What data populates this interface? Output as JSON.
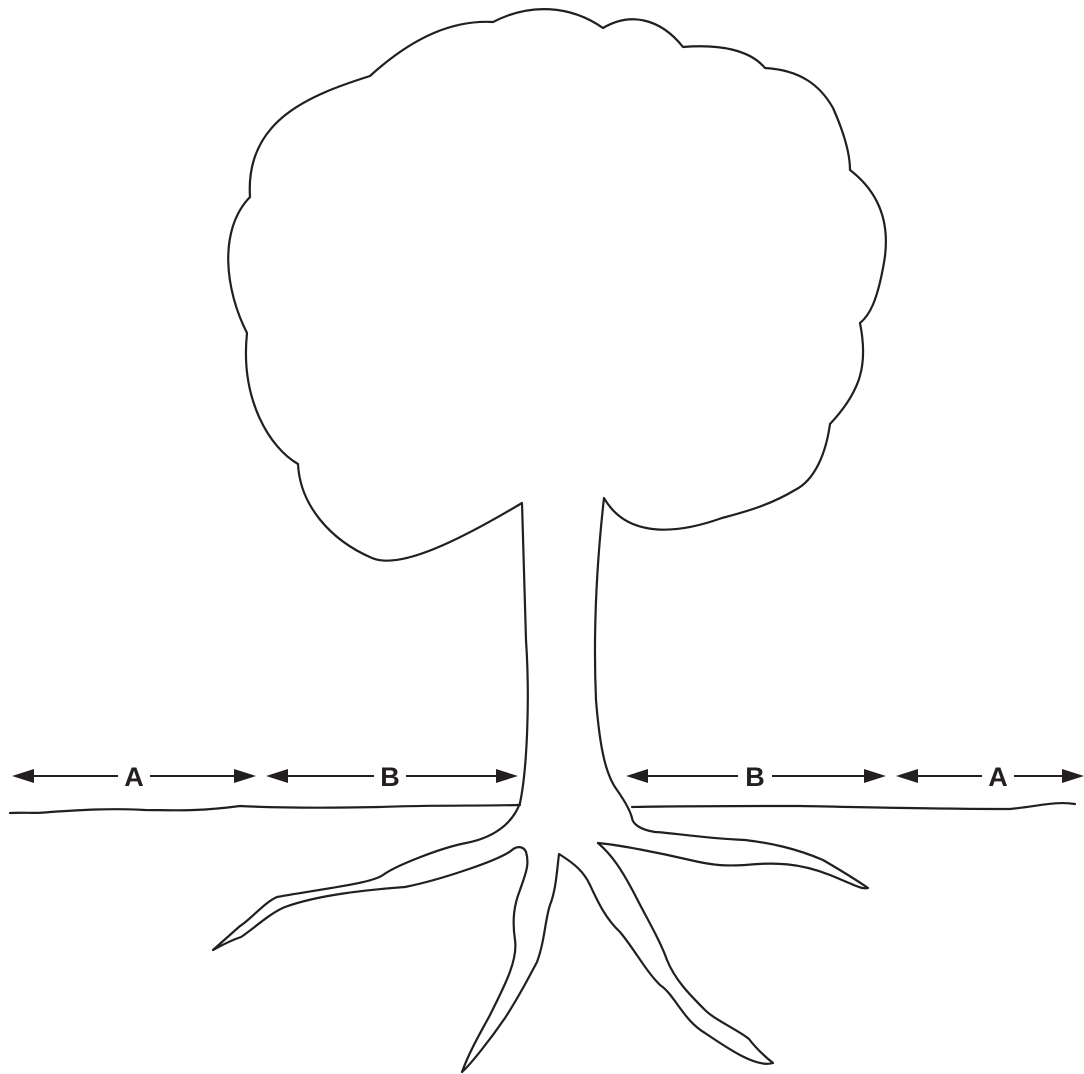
{
  "zones": {
    "left_outer": "A",
    "left_inner": "B",
    "right_inner": "B",
    "right_outer": "A"
  },
  "colors": {
    "stroke": "#231f20",
    "background": "#ffffff"
  }
}
